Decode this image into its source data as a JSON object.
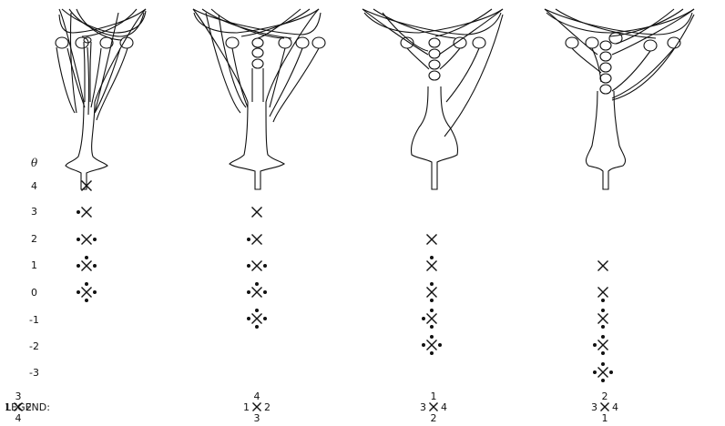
{
  "theta_symbol": "θ",
  "theta_ticks": [
    "4",
    "3",
    "2",
    "1",
    "0",
    "-1",
    "-2",
    "-3"
  ],
  "legend_label": "LEGEND:",
  "panels": [
    {
      "levels": [
        {
          "theta": "4",
          "dots": []
        },
        {
          "theta": "3",
          "dots": [
            "left"
          ]
        },
        {
          "theta": "2",
          "dots": [
            "left",
            "right"
          ]
        },
        {
          "theta": "1",
          "dots": [
            "left",
            "right",
            "top"
          ]
        },
        {
          "theta": "0",
          "dots": [
            "left",
            "right",
            "top",
            "bottom"
          ]
        }
      ],
      "legend": {
        "top": "3",
        "left": "1",
        "right": "2",
        "bottom": "4"
      }
    },
    {
      "levels": [
        {
          "theta": "3",
          "dots": []
        },
        {
          "theta": "2",
          "dots": [
            "left"
          ]
        },
        {
          "theta": "1",
          "dots": [
            "left",
            "right"
          ]
        },
        {
          "theta": "0",
          "dots": [
            "left",
            "right",
            "top"
          ]
        },
        {
          "theta": "-1",
          "dots": [
            "left",
            "right",
            "top",
            "bottom"
          ]
        }
      ],
      "legend": {
        "top": "4",
        "left": "1",
        "right": "2",
        "bottom": "3"
      }
    },
    {
      "levels": [
        {
          "theta": "2",
          "dots": []
        },
        {
          "theta": "1",
          "dots": [
            "top"
          ]
        },
        {
          "theta": "0",
          "dots": [
            "top",
            "bottom"
          ]
        },
        {
          "theta": "-1",
          "dots": [
            "top",
            "bottom",
            "left"
          ]
        },
        {
          "theta": "-2",
          "dots": [
            "top",
            "bottom",
            "left",
            "right"
          ]
        }
      ],
      "legend": {
        "top": "1",
        "left": "3",
        "right": "4",
        "bottom": "2"
      }
    },
    {
      "levels": [
        {
          "theta": "1",
          "dots": []
        },
        {
          "theta": "0",
          "dots": [
            "bottom"
          ]
        },
        {
          "theta": "-1",
          "dots": [
            "bottom",
            "top"
          ]
        },
        {
          "theta": "-2",
          "dots": [
            "bottom",
            "top",
            "left"
          ]
        },
        {
          "theta": "-3",
          "dots": [
            "bottom",
            "top",
            "left",
            "right"
          ]
        }
      ],
      "legend": {
        "top": "2",
        "left": "3",
        "right": "4",
        "bottom": "1"
      }
    }
  ]
}
